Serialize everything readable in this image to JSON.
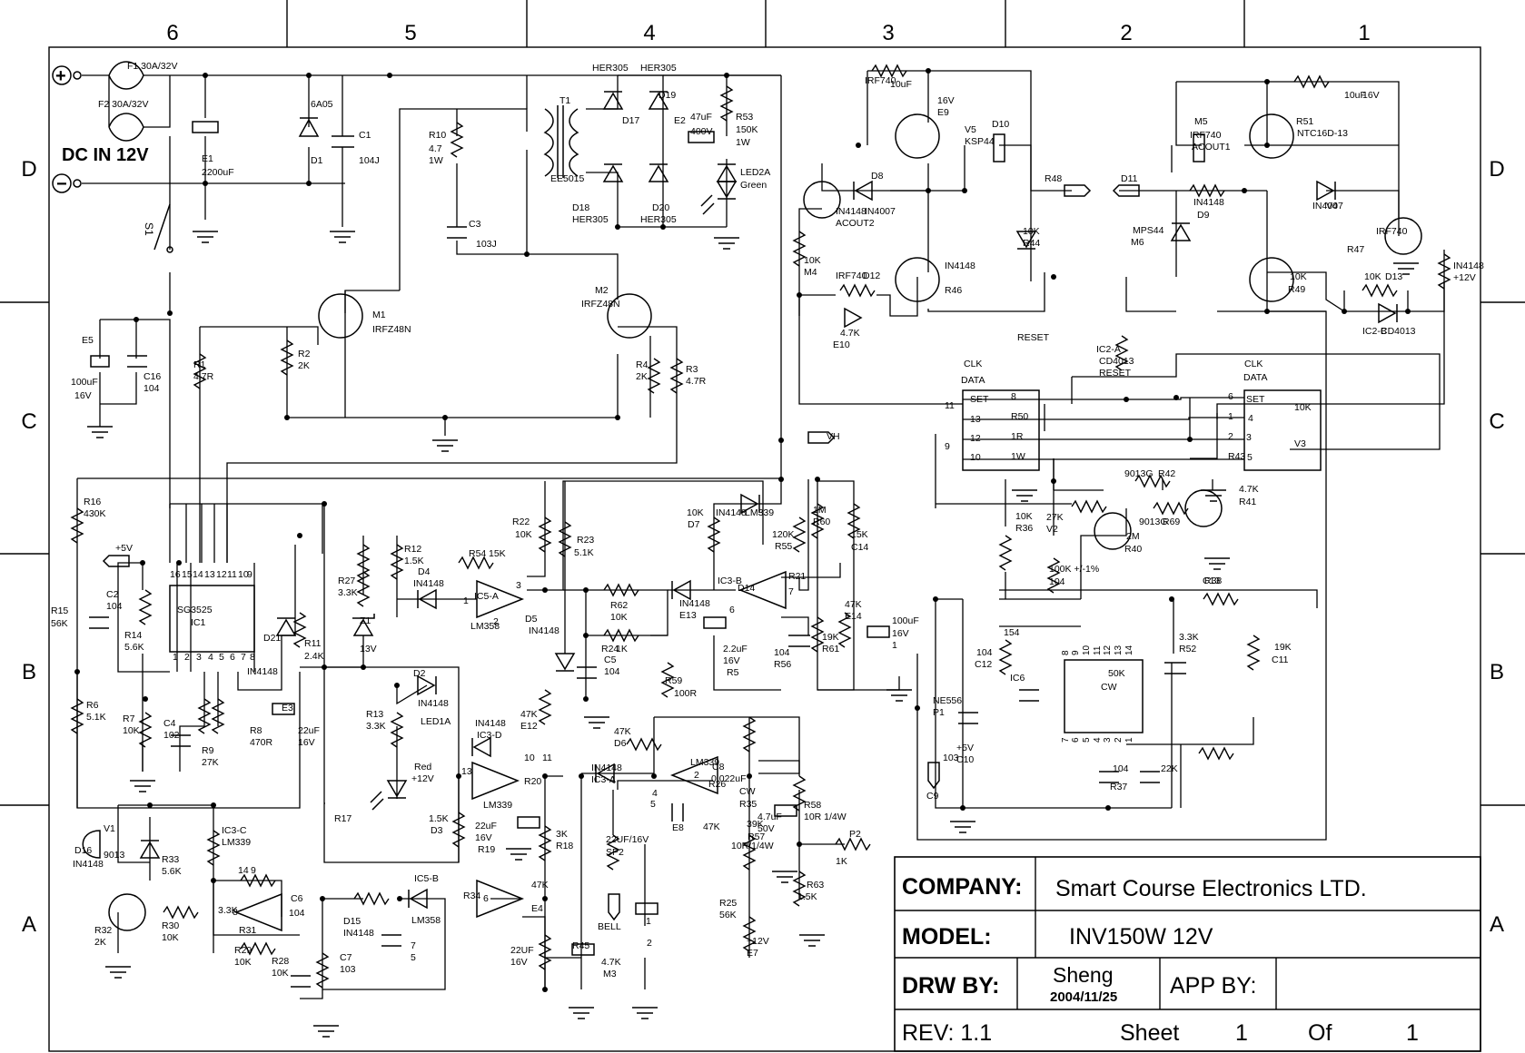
{
  "zone_columns": [
    "6",
    "5",
    "4",
    "3",
    "2",
    "1"
  ],
  "zone_rows": [
    "D",
    "C",
    "B",
    "A"
  ],
  "title_block": {
    "company_label": "COMPANY:",
    "company_value": "Smart Course Electronics LTD.",
    "model_label": "MODEL:",
    "model_value": "INV150W 12V",
    "drawn_label": "DRW BY:",
    "drawn_name": "Sheng",
    "drawn_date": "2004/11/25",
    "approved_label": "APP BY:",
    "rev_label": "REV: 1.1",
    "sheet_label": "Sheet",
    "sheet_num": "1",
    "of_label": "Of",
    "of_num": "1"
  },
  "power_input": {
    "title": "DC IN 12V",
    "pos_symbol": "+",
    "neg_symbol": "−",
    "switch": "S1"
  },
  "labels": [
    {
      "t": "F1  30A/32V"
    },
    {
      "t": "F2  30A/32V"
    },
    {
      "t": "E1"
    },
    {
      "t": "2200uF"
    },
    {
      "t": "6A05"
    },
    {
      "t": "D1"
    },
    {
      "t": "C1"
    },
    {
      "t": "104J"
    },
    {
      "t": "R10"
    },
    {
      "t": "4.7"
    },
    {
      "t": "1W"
    },
    {
      "t": "C3"
    },
    {
      "t": "103J"
    },
    {
      "t": "T1"
    },
    {
      "t": "EE5015"
    },
    {
      "t": "HER305"
    },
    {
      "t": "HER305"
    },
    {
      "t": "D17"
    },
    {
      "t": "D19"
    },
    {
      "t": "D18"
    },
    {
      "t": "HER305"
    },
    {
      "t": "D20"
    },
    {
      "t": "HER305"
    },
    {
      "t": "47uF"
    },
    {
      "t": "400V"
    },
    {
      "t": "E2"
    },
    {
      "t": "R53"
    },
    {
      "t": "150K"
    },
    {
      "t": "1W"
    },
    {
      "t": "LED2A"
    },
    {
      "t": "Green"
    },
    {
      "t": "M1"
    },
    {
      "t": "IRFZ48N"
    },
    {
      "t": "M2"
    },
    {
      "t": "IRFZ48N"
    },
    {
      "t": "R1"
    },
    {
      "t": "4.7R"
    },
    {
      "t": "R2"
    },
    {
      "t": "2K"
    },
    {
      "t": "R4"
    },
    {
      "t": "2K"
    },
    {
      "t": "R3"
    },
    {
      "t": "4.7R"
    },
    {
      "t": "E5"
    },
    {
      "t": "100uF"
    },
    {
      "t": "16V"
    },
    {
      "t": "C16"
    },
    {
      "t": "104"
    },
    {
      "t": "VH"
    },
    {
      "t": "R16"
    },
    {
      "t": "430K"
    },
    {
      "t": "+5V"
    },
    {
      "t": "R15"
    },
    {
      "t": "56K"
    },
    {
      "t": "C2"
    },
    {
      "t": "104"
    },
    {
      "t": "R14"
    },
    {
      "t": "5.6K"
    },
    {
      "t": "SG3525"
    },
    {
      "t": "IC1"
    },
    {
      "t": "16"
    },
    {
      "t": "15"
    },
    {
      "t": "14"
    },
    {
      "t": "13"
    },
    {
      "t": "12"
    },
    {
      "t": "11"
    },
    {
      "t": "10"
    },
    {
      "t": "9"
    },
    {
      "t": "1"
    },
    {
      "t": "2"
    },
    {
      "t": "3"
    },
    {
      "t": "4"
    },
    {
      "t": "5"
    },
    {
      "t": "6"
    },
    {
      "t": "7"
    },
    {
      "t": "8"
    },
    {
      "t": "D21"
    },
    {
      "t": "IN4148"
    },
    {
      "t": "R11"
    },
    {
      "t": "2.4K"
    },
    {
      "t": "E3"
    },
    {
      "t": "22uF"
    },
    {
      "t": "16V"
    },
    {
      "t": "R6"
    },
    {
      "t": "5.1K"
    },
    {
      "t": "R7"
    },
    {
      "t": "10K"
    },
    {
      "t": "C4"
    },
    {
      "t": "102"
    },
    {
      "t": "R9"
    },
    {
      "t": "27K"
    },
    {
      "t": "R8"
    },
    {
      "t": "470R"
    },
    {
      "t": "R27"
    },
    {
      "t": "3.3K"
    },
    {
      "t": "Z1"
    },
    {
      "t": "13V"
    },
    {
      "t": "R12"
    },
    {
      "t": "1.5K"
    },
    {
      "t": "D4"
    },
    {
      "t": "IN4148"
    },
    {
      "t": "R54"
    },
    {
      "t": "15K"
    },
    {
      "t": "IC5-A"
    },
    {
      "t": "LM358"
    },
    {
      "t": "1"
    },
    {
      "t": "2"
    },
    {
      "t": "3"
    },
    {
      "t": "R22"
    },
    {
      "t": "10K"
    },
    {
      "t": "R23"
    },
    {
      "t": "5.1K"
    },
    {
      "t": "D5"
    },
    {
      "t": "IN4148"
    },
    {
      "t": "R62"
    },
    {
      "t": "10K"
    },
    {
      "t": "R24"
    },
    {
      "t": "1K"
    },
    {
      "t": "C5"
    },
    {
      "t": "104"
    },
    {
      "t": "R59"
    },
    {
      "t": "100R"
    },
    {
      "t": "D2"
    },
    {
      "t": "IN4148"
    },
    {
      "t": "R13"
    },
    {
      "t": "3.3K"
    },
    {
      "t": "LED1A"
    },
    {
      "t": "Red"
    },
    {
      "t": "+12V"
    },
    {
      "t": "R17"
    },
    {
      "t": "1.5K"
    },
    {
      "t": "D3"
    },
    {
      "t": "IN4148"
    },
    {
      "t": "IC3-D"
    },
    {
      "t": "LM339"
    },
    {
      "t": "13"
    },
    {
      "t": "11"
    },
    {
      "t": "10"
    },
    {
      "t": "R20"
    },
    {
      "t": "47K"
    },
    {
      "t": "E12"
    },
    {
      "t": "22uF"
    },
    {
      "t": "16V"
    },
    {
      "t": "R19"
    },
    {
      "t": "3K"
    },
    {
      "t": "R18"
    },
    {
      "t": "10K"
    },
    {
      "t": "D7"
    },
    {
      "t": "IN4148"
    },
    {
      "t": "LM339"
    },
    {
      "t": "IC3-B"
    },
    {
      "t": "D14"
    },
    {
      "t": "IN4148"
    },
    {
      "t": "E13"
    },
    {
      "t": "2.2uF"
    },
    {
      "t": "16V"
    },
    {
      "t": "R5"
    },
    {
      "t": "120K"
    },
    {
      "t": "R55"
    },
    {
      "t": "1M"
    },
    {
      "t": "R60"
    },
    {
      "t": "15K"
    },
    {
      "t": "C14"
    },
    {
      "t": "104"
    },
    {
      "t": "R56"
    },
    {
      "t": "19K"
    },
    {
      "t": "R61"
    },
    {
      "t": "47K"
    },
    {
      "t": "E14"
    },
    {
      "t": "100uF"
    },
    {
      "t": "16V"
    },
    {
      "t": "1"
    },
    {
      "t": "6"
    },
    {
      "t": "7"
    },
    {
      "t": "R21"
    },
    {
      "t": "47K"
    },
    {
      "t": "D6"
    },
    {
      "t": "IN4148"
    },
    {
      "t": "IC3-A"
    },
    {
      "t": "LM339"
    },
    {
      "t": "2"
    },
    {
      "t": "4"
    },
    {
      "t": "5"
    },
    {
      "t": "C8"
    },
    {
      "t": "0.022uF"
    },
    {
      "t": "R26"
    },
    {
      "t": "47K"
    },
    {
      "t": "E8"
    },
    {
      "t": "4.7uF"
    },
    {
      "t": "50V"
    },
    {
      "t": "CW"
    },
    {
      "t": "R35"
    },
    {
      "t": "39K"
    },
    {
      "t": "R57"
    },
    {
      "t": "10R/1/4W"
    },
    {
      "t": "R58"
    },
    {
      "t": "10R 1/4W"
    },
    {
      "t": "P2"
    },
    {
      "t": "1K"
    },
    {
      "t": "R63"
    },
    {
      "t": "1.5K"
    },
    {
      "t": "R25"
    },
    {
      "t": "56K"
    },
    {
      "t": "+12V"
    },
    {
      "t": "E7"
    },
    {
      "t": "22UF/16V"
    },
    {
      "t": "SP2"
    },
    {
      "t": "BELL"
    },
    {
      "t": "1"
    },
    {
      "t": "2"
    },
    {
      "t": "D16"
    },
    {
      "t": "IN4148"
    },
    {
      "t": "V1"
    },
    {
      "t": "9013"
    },
    {
      "t": "R33"
    },
    {
      "t": "5.6K"
    },
    {
      "t": "R32"
    },
    {
      "t": "2K"
    },
    {
      "t": "R30"
    },
    {
      "t": "10K"
    },
    {
      "t": "IC3-C"
    },
    {
      "t": "LM339"
    },
    {
      "t": "14"
    },
    {
      "t": "9"
    },
    {
      "t": "8"
    },
    {
      "t": "R31"
    },
    {
      "t": "3.3K"
    },
    {
      "t": "C6"
    },
    {
      "t": "104"
    },
    {
      "t": "R29"
    },
    {
      "t": "10K"
    },
    {
      "t": "R28"
    },
    {
      "t": "10K"
    },
    {
      "t": "D15"
    },
    {
      "t": "IN4148"
    },
    {
      "t": "C7"
    },
    {
      "t": "103"
    },
    {
      "t": "IC5-B"
    },
    {
      "t": "LM358"
    },
    {
      "t": "7"
    },
    {
      "t": "5"
    },
    {
      "t": "6"
    },
    {
      "t": "R34"
    },
    {
      "t": "47K"
    },
    {
      "t": "E4"
    },
    {
      "t": "22UF"
    },
    {
      "t": "16V"
    },
    {
      "t": "R45"
    },
    {
      "t": "4.7K"
    },
    {
      "t": "M3"
    },
    {
      "t": "IRF740"
    },
    {
      "t": "10uF"
    },
    {
      "t": "16V"
    },
    {
      "t": "E9"
    },
    {
      "t": "V5"
    },
    {
      "t": "KSP44"
    },
    {
      "t": "D10"
    },
    {
      "t": "IN4148"
    },
    {
      "t": "ACOUT2"
    },
    {
      "t": "D8"
    },
    {
      "t": "IN4007"
    },
    {
      "t": "R48"
    },
    {
      "t": "10K"
    },
    {
      "t": "R44"
    },
    {
      "t": "10K"
    },
    {
      "t": "M4"
    },
    {
      "t": "IRF740"
    },
    {
      "t": "D12"
    },
    {
      "t": "IN4148"
    },
    {
      "t": "R46"
    },
    {
      "t": "4.7K"
    },
    {
      "t": "E10"
    },
    {
      "t": "10uF"
    },
    {
      "t": "16V"
    },
    {
      "t": "M5"
    },
    {
      "t": "IRF740"
    },
    {
      "t": "ACOUT1"
    },
    {
      "t": "R51"
    },
    {
      "t": "NTC16D-13"
    },
    {
      "t": "D11"
    },
    {
      "t": "IN4148"
    },
    {
      "t": "D9"
    },
    {
      "t": "IN4007"
    },
    {
      "t": "V4"
    },
    {
      "t": "MPS44"
    },
    {
      "t": "M6"
    },
    {
      "t": "IRF740"
    },
    {
      "t": "R47"
    },
    {
      "t": "10K"
    },
    {
      "t": "R49"
    },
    {
      "t": "10K"
    },
    {
      "t": "D13"
    },
    {
      "t": "IN4148"
    },
    {
      "t": "+12V"
    },
    {
      "t": "IC2-B"
    },
    {
      "t": "CD4013"
    },
    {
      "t": "RESET"
    },
    {
      "t": "CLK"
    },
    {
      "t": "DATA"
    },
    {
      "t": "SET"
    },
    {
      "t": "13"
    },
    {
      "t": "12"
    },
    {
      "t": "10"
    },
    {
      "t": "11"
    },
    {
      "t": "9"
    },
    {
      "t": "8"
    },
    {
      "t": "R50"
    },
    {
      "t": "1R"
    },
    {
      "t": "1W"
    },
    {
      "t": "IC2-A"
    },
    {
      "t": "CD4013"
    },
    {
      "t": "RESET"
    },
    {
      "t": "CLK"
    },
    {
      "t": "DATA"
    },
    {
      "t": "SET"
    },
    {
      "t": "4"
    },
    {
      "t": "3"
    },
    {
      "t": "5"
    },
    {
      "t": "6"
    },
    {
      "t": "1"
    },
    {
      "t": "2"
    },
    {
      "t": "R43"
    },
    {
      "t": "10K"
    },
    {
      "t": "V3"
    },
    {
      "t": "9013G"
    },
    {
      "t": "R42"
    },
    {
      "t": "4.7K"
    },
    {
      "t": "R41"
    },
    {
      "t": "27K"
    },
    {
      "t": "V2"
    },
    {
      "t": "9013G"
    },
    {
      "t": "R69"
    },
    {
      "t": "2M"
    },
    {
      "t": "R40"
    },
    {
      "t": "10K"
    },
    {
      "t": "R36"
    },
    {
      "t": "100K  +/-1%"
    },
    {
      "t": "104"
    },
    {
      "t": "C13"
    },
    {
      "t": "R38"
    },
    {
      "t": "3.3K"
    },
    {
      "t": "R52"
    },
    {
      "t": "19K"
    },
    {
      "t": "C11"
    },
    {
      "t": "104"
    },
    {
      "t": "C12"
    },
    {
      "t": "154"
    },
    {
      "t": "IC6"
    },
    {
      "t": "NE556"
    },
    {
      "t": "P1"
    },
    {
      "t": "50K"
    },
    {
      "t": "CW"
    },
    {
      "t": "+5V"
    },
    {
      "t": "C10"
    },
    {
      "t": "103"
    },
    {
      "t": "C9"
    },
    {
      "t": "104"
    },
    {
      "t": "R37"
    },
    {
      "t": "22K"
    }
  ],
  "ic6_pins": [
    "8",
    "9",
    "10",
    "11",
    "12",
    "13",
    "14",
    "7",
    "6",
    "5",
    "4",
    "3",
    "2",
    "1"
  ]
}
